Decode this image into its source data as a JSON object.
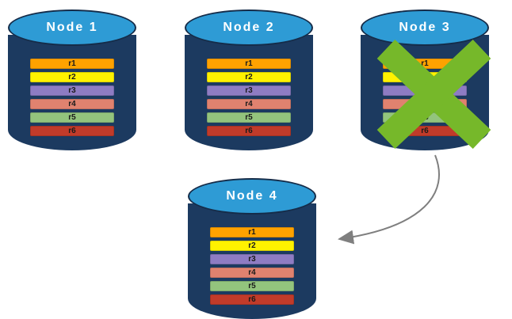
{
  "colors": {
    "cylinder_body": "#1C3A60",
    "cylinder_top": "#2E9BD5",
    "row_text": "#1A1A1A",
    "arrow": "#7F7F7F",
    "x_mark": "#76B82A"
  },
  "failed_node": "Node 3",
  "arrow": {
    "from": "Node 3",
    "to": "Node 4",
    "color": "#7F7F7F"
  },
  "nodes": [
    {
      "name": "Node 1",
      "rows": [
        {
          "label": "r1",
          "color": "#FFA200"
        },
        {
          "label": "r2",
          "color": "#FFF200"
        },
        {
          "label": "r3",
          "color": "#8E7CC3"
        },
        {
          "label": "r4",
          "color": "#E0826F"
        },
        {
          "label": "r5",
          "color": "#93C47D"
        },
        {
          "label": "r6",
          "color": "#C13B2A"
        }
      ]
    },
    {
      "name": "Node 2",
      "rows": [
        {
          "label": "r1",
          "color": "#FFA200"
        },
        {
          "label": "r2",
          "color": "#FFF200"
        },
        {
          "label": "r3",
          "color": "#8E7CC3"
        },
        {
          "label": "r4",
          "color": "#E0826F"
        },
        {
          "label": "r5",
          "color": "#93C47D"
        },
        {
          "label": "r6",
          "color": "#C13B2A"
        }
      ]
    },
    {
      "name": "Node 3",
      "rows": [
        {
          "label": "r1",
          "color": "#FFA200"
        },
        {
          "label": "r2",
          "color": "#FFF200"
        },
        {
          "label": "r3",
          "color": "#8E7CC3"
        },
        {
          "label": "r4",
          "color": "#E0826F"
        },
        {
          "label": "r5",
          "color": "#93C47D"
        },
        {
          "label": "r6",
          "color": "#C13B2A"
        }
      ]
    },
    {
      "name": "Node 4",
      "rows": [
        {
          "label": "r1",
          "color": "#FFA200"
        },
        {
          "label": "r2",
          "color": "#FFF200"
        },
        {
          "label": "r3",
          "color": "#8E7CC3"
        },
        {
          "label": "r4",
          "color": "#E0826F"
        },
        {
          "label": "r5",
          "color": "#93C47D"
        },
        {
          "label": "r6",
          "color": "#C13B2A"
        }
      ]
    }
  ]
}
